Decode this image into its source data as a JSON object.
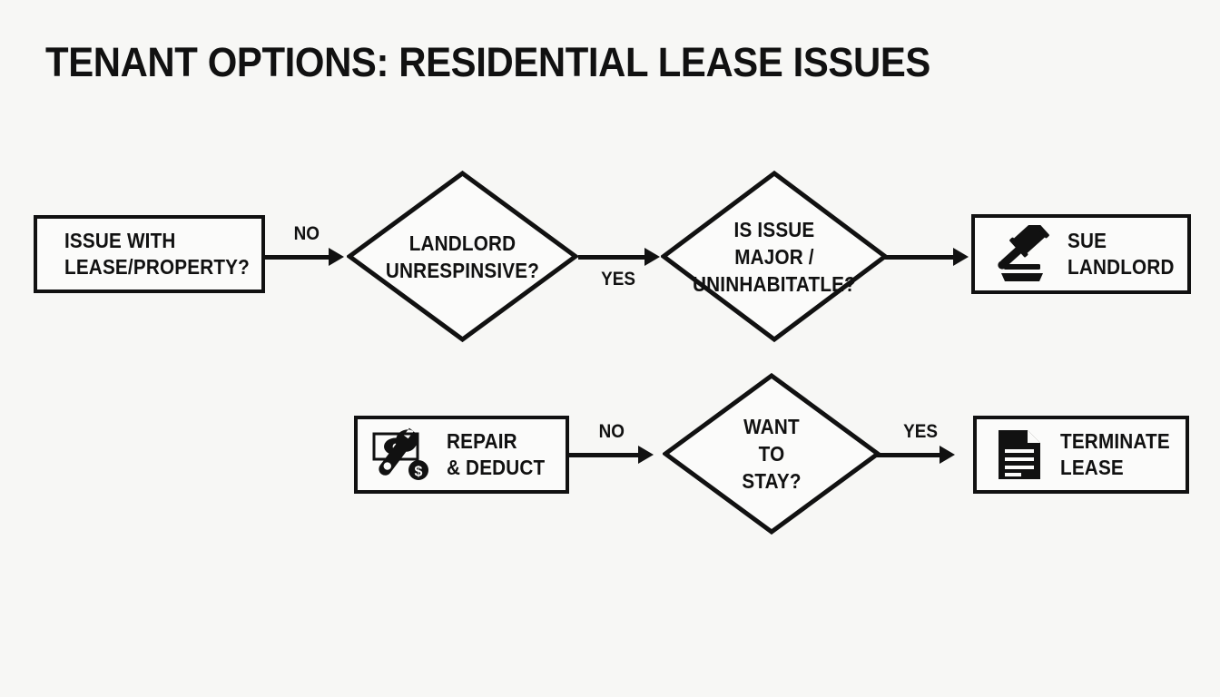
{
  "page": {
    "title": "TENANT OPTIONS: RESIDENTIAL LEASE ISSUES",
    "background_color": "#f7f7f5",
    "ink_color": "#111111"
  },
  "chart_data": {
    "type": "diagram",
    "diagram_kind": "flowchart",
    "title": "TENANT OPTIONS: RESIDENTIAL LEASE ISSUES",
    "nodes": [
      {
        "id": "issue",
        "shape": "rectangle",
        "label": "ISSUE WITH\nLEASE/PROPERTY?",
        "icon": null,
        "row": 1
      },
      {
        "id": "unresponsive",
        "shape": "diamond",
        "label": "LANDLORD\nUNRESPINSIVE?",
        "icon": null,
        "row": 1
      },
      {
        "id": "major",
        "shape": "diamond",
        "label": "IS ISSUE\nMAJOR /\nUNINHABITATLE?",
        "icon": null,
        "row": 1
      },
      {
        "id": "sue",
        "shape": "rectangle",
        "label": "SUE\nLANDLORD",
        "icon": "gavel-icon",
        "row": 1
      },
      {
        "id": "repair",
        "shape": "rectangle",
        "label": "REPAIR\n& DEDUCT",
        "icon": "wrench-money-icon",
        "row": 2
      },
      {
        "id": "stay",
        "shape": "diamond",
        "label": "WANT\nTO\nSTAY?",
        "icon": null,
        "row": 2
      },
      {
        "id": "terminate",
        "shape": "rectangle",
        "label": "TERMINATE\nLEASE",
        "icon": "document-icon",
        "row": 2
      }
    ],
    "edges": [
      {
        "from": "issue",
        "to": "unresponsive",
        "label": "NO",
        "label_position": "above"
      },
      {
        "from": "unresponsive",
        "to": "major",
        "label": "YES",
        "label_position": "below"
      },
      {
        "from": "major",
        "to": "sue",
        "label": "",
        "label_position": "none"
      },
      {
        "from": "repair",
        "to": "stay",
        "label": "NO",
        "label_position": "above"
      },
      {
        "from": "stay",
        "to": "terminate",
        "label": "YES",
        "label_position": "above"
      }
    ]
  },
  "nodes": {
    "issue": {
      "label": "ISSUE WITH\nLEASE/PROPERTY?"
    },
    "unresponsive": {
      "label": "LANDLORD\nUNRESPINSIVE?"
    },
    "major": {
      "label": "IS ISSUE\nMAJOR /\nUNINHABITATLE?"
    },
    "sue": {
      "label": "SUE\nLANDLORD"
    },
    "repair": {
      "label": "REPAIR\n& DEDUCT"
    },
    "stay": {
      "label": "WANT\nTO\nSTAY?"
    },
    "terminate": {
      "label": "TERMINATE\nLEASE"
    }
  },
  "edge_labels": {
    "issue_to_unresponsive": "NO",
    "unresponsive_to_major": "YES",
    "repair_to_stay": "NO",
    "stay_to_terminate": "YES"
  }
}
